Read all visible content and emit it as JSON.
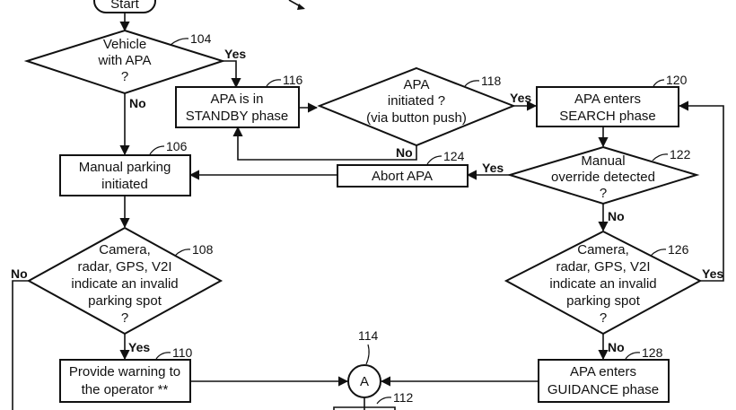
{
  "nodes": {
    "start": {
      "lines": [
        "Start"
      ]
    },
    "n104": {
      "ref": "104",
      "lines": [
        "Vehicle",
        "with APA",
        "?"
      ]
    },
    "n116": {
      "ref": "116",
      "lines": [
        "APA is in",
        "STANDBY phase"
      ]
    },
    "n118": {
      "ref": "118",
      "lines": [
        "APA",
        "initiated ?",
        "(via button push)"
      ]
    },
    "n120": {
      "ref": "120",
      "lines": [
        "APA enters",
        "SEARCH phase"
      ]
    },
    "n106": {
      "ref": "106",
      "lines": [
        "Manual parking",
        "initiated"
      ]
    },
    "n124": {
      "ref": "124",
      "lines": [
        "Abort APA"
      ]
    },
    "n122": {
      "ref": "122",
      "lines": [
        "Manual",
        "override detected",
        "?"
      ]
    },
    "n108": {
      "ref": "108",
      "lines": [
        "Camera,",
        "radar, GPS, V2I",
        "indicate an invalid",
        "parking spot",
        "?"
      ]
    },
    "n126": {
      "ref": "126",
      "lines": [
        "Camera,",
        "radar, GPS, V2I",
        "indicate an invalid",
        "parking spot",
        "?"
      ]
    },
    "n110": {
      "ref": "110",
      "lines": [
        "Provide warning to",
        "the operator **"
      ]
    },
    "n114": {
      "ref": "114",
      "lines": [
        "A"
      ]
    },
    "n128": {
      "ref": "128",
      "lines": [
        "APA enters",
        "GUIDANCE phase"
      ]
    },
    "n112": {
      "ref": "112",
      "lines": []
    }
  },
  "edge_labels": {
    "e104_yes": "Yes",
    "e104_no": "No",
    "e118_yes": "Yes",
    "e118_no": "No",
    "e122_yes": "Yes",
    "e122_no": "No",
    "e108_no": "No",
    "e108_yes": "Yes",
    "e126_yes": "Yes",
    "e126_no": "No"
  }
}
